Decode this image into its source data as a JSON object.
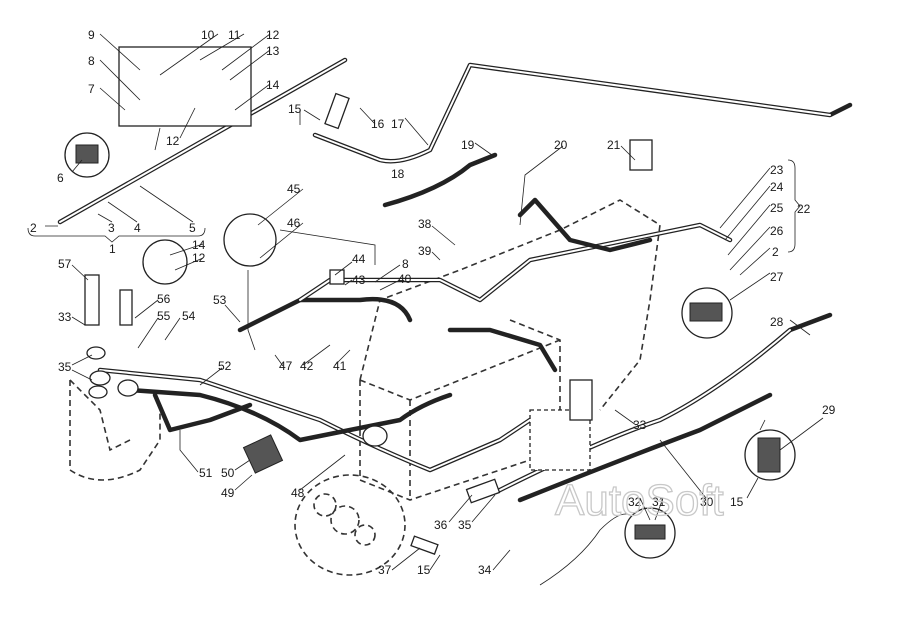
{
  "diagram": {
    "watermark": "AutoSoft",
    "callouts": [
      "9",
      "10",
      "11",
      "12",
      "13",
      "8",
      "7",
      "14",
      "12",
      "15",
      "16",
      "17",
      "6",
      "2",
      "3",
      "4",
      "5",
      "1",
      "19",
      "18",
      "20",
      "21",
      "23",
      "24",
      "25",
      "22",
      "26",
      "2",
      "27",
      "45",
      "46",
      "14",
      "12",
      "57",
      "44",
      "8",
      "43",
      "40",
      "38",
      "39",
      "56",
      "53",
      "55",
      "54",
      "33",
      "28",
      "52",
      "47",
      "42",
      "41",
      "35",
      "29",
      "33",
      "51",
      "50",
      "49",
      "48",
      "32",
      "31",
      "30",
      "15",
      "36",
      "35",
      "37",
      "15",
      "34"
    ]
  }
}
